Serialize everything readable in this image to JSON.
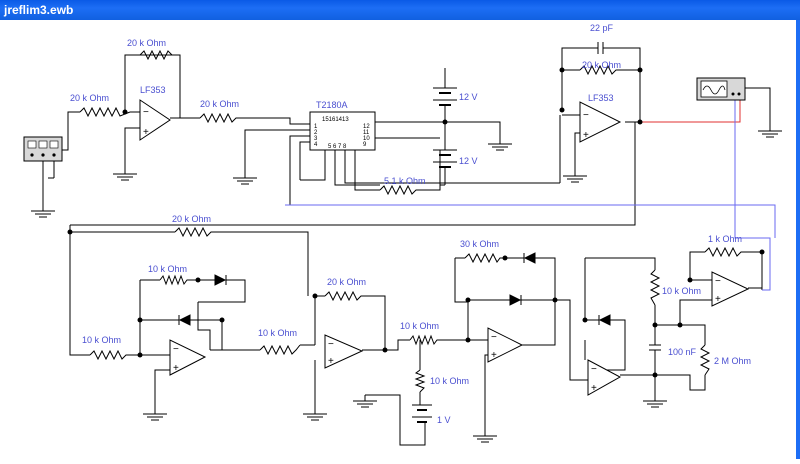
{
  "window": {
    "title": "jreflim3.ewb"
  },
  "colors": {
    "wire": "#000000",
    "label": "#4a4fd0",
    "probe_red": "#e03030",
    "probe_blue": "#6a6af0",
    "titlebar": "#1d6ef5"
  },
  "labels": {
    "r_input": "20 k Ohm",
    "r_fb1": "20 k Ohm",
    "opamp1": "LF353",
    "r_mid": "20 k Ohm",
    "chip": "T2180A",
    "chip_part": "15161413",
    "chip_pins_left": [
      "1",
      "2",
      "3",
      "4"
    ],
    "chip_pins_right": [
      "12",
      "11",
      "10",
      "9"
    ],
    "chip_pins_bottom": "5 6 7 8",
    "batt_top": "12 V",
    "batt_bottom": "12 V",
    "r_5k1": "5.1 k Ohm",
    "cap_22p": "22 pF",
    "r_fb2": "20 k Ohm",
    "opamp2": "LF353",
    "r_long": "20 k Ohm",
    "r_rect_fb": "10 k Ohm",
    "r_rect_in": "10 k Ohm",
    "r_rect_out": "10 k Ohm",
    "r_sum_fb": "20 k Ohm",
    "r_30k": "30 k Ohm",
    "r_10k_a": "10 k Ohm",
    "r_10k_b": "10 k Ohm",
    "batt_1v": "1 V",
    "r_1k": "1 k Ohm",
    "r_10k_c": "10 k Ohm",
    "cap_100n": "100 nF",
    "r_2m": "2 M Ohm"
  }
}
